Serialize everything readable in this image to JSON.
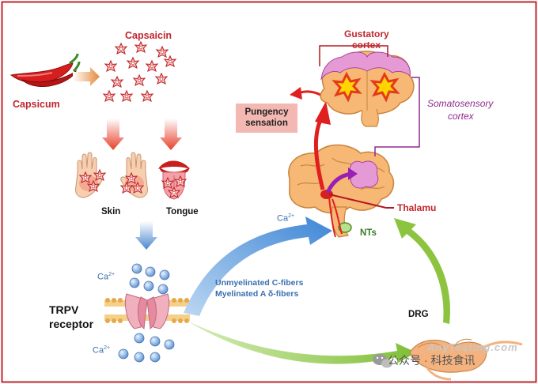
{
  "labels": {
    "capsaicin": "Capsaicin",
    "capsicum": "Capsicum",
    "skin": "Skin",
    "tongue": "Tongue",
    "ca_left_top": "Ca",
    "ca_left_bottom": "Ca",
    "ca_brain": "Ca",
    "ca_charge": "2+",
    "trpv_line1": "TRPV",
    "trpv_line2": "receptor",
    "fibers_line1": "Unmyelinated  C-fibers",
    "fibers_line2": "Myelinated  A δ-fibers",
    "drg": "DRG",
    "nts": "NTs",
    "thalamu": "Thalamu",
    "gustatory_line1": "Gustatory",
    "gustatory_line2": "cortex",
    "somatosensory_line1": "Somatosensory",
    "somatosensory_line2": "cortex",
    "pungency_line1": "Pungency",
    "pungency_line2": "sensation",
    "watermark": "公众号 · 科技食讯",
    "watermark_sub": "AnyTesting.com"
  },
  "colors": {
    "frame": "#c0262d",
    "label_red": "#c0262d",
    "label_blue": "#3a6fb0",
    "label_purple": "#8e2a8e",
    "arrow_blue": "#4a8fd6",
    "arrow_green": "#8cc43f",
    "arrow_red": "#e02020",
    "brain_orange": "#f6b874",
    "cortex_pink": "#e59ad6"
  },
  "icons": [
    "chili-pepper-icon",
    "capsaicin-molecule-icon",
    "hands-icon",
    "tongue-icon",
    "trpv-channel-icon",
    "brain-icon",
    "cortex-brain-icon",
    "drg-neuron-icon",
    "wechat-icon"
  ]
}
